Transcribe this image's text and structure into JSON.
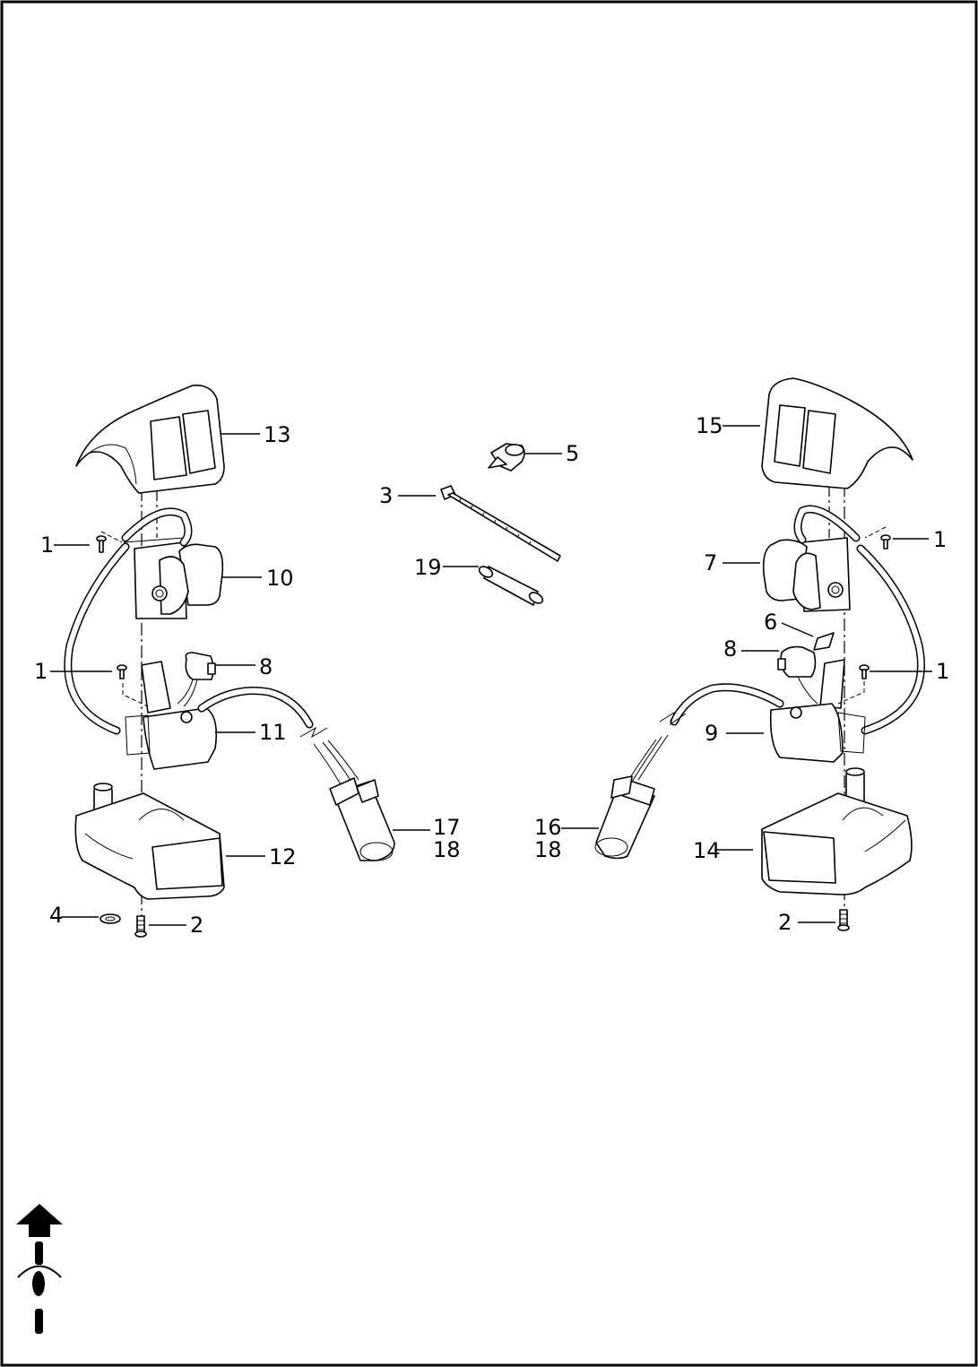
{
  "diagram": {
    "callouts": {
      "l1a": "1",
      "l1b": "1",
      "l2": "2",
      "l3": "3",
      "l4": "4",
      "l5": "5",
      "l8": "8",
      "l10": "10",
      "l11": "11",
      "l12": "12",
      "l13": "13",
      "l17": "17",
      "l18": "18",
      "l19": "19",
      "r1a": "1",
      "r1b": "1",
      "r2": "2",
      "r6": "6",
      "r7": "7",
      "r8": "8",
      "r9": "9",
      "r14": "14",
      "r15": "15",
      "r16": "16",
      "r18": "18"
    },
    "icons": [
      "front-direction-arrow-icon",
      "motorcycle-top-view-icon"
    ]
  }
}
